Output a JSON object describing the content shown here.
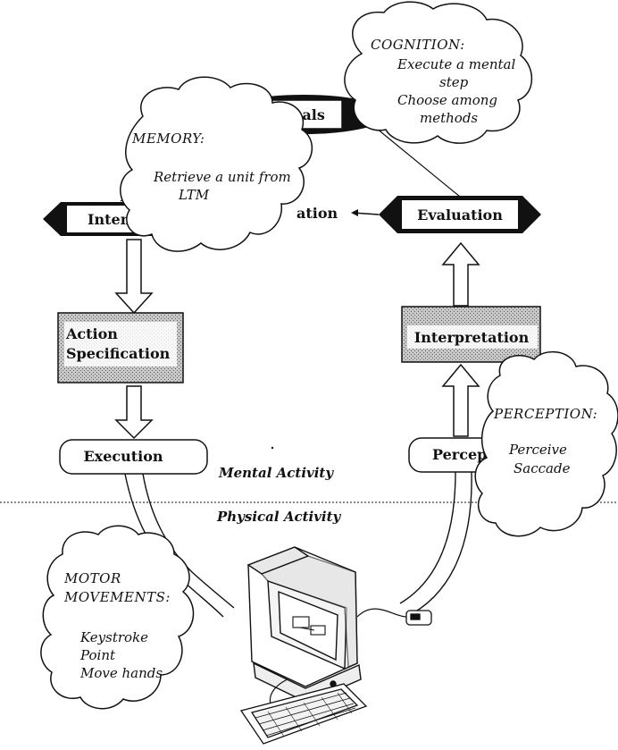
{
  "stages": {
    "goals": "Goals",
    "intention": "Intention",
    "evaluation": "Evaluation",
    "action_specification": [
      "Action",
      "Specification"
    ],
    "interpretation": "Interpretation",
    "execution": "Execution",
    "perception": "Perception"
  },
  "visible_fragments": {
    "intention": "Inten",
    "evaluation_left": "ation",
    "perception": "Percep"
  },
  "clouds": {
    "cognition": {
      "title": "COGNITION",
      "lines": [
        "Execute a mental",
        "step",
        "Choose among",
        "methods"
      ]
    },
    "memory": {
      "title": "MEMORY",
      "lines": [
        "Retrieve a unit from",
        "LTM"
      ]
    },
    "perception": {
      "title": "PERCEPTION",
      "lines": [
        "Perceive",
        "Saccade"
      ]
    },
    "motor": {
      "title": [
        "MOTOR",
        "MOVEMENTS"
      ],
      "lines": [
        "Keystroke",
        "Point",
        "Move hands"
      ]
    }
  },
  "activity_labels": {
    "mental": "Mental Activity",
    "physical": "Physical Activity"
  },
  "icons": [
    "computer-icon",
    "keyboard-icon",
    "mouse-icon"
  ],
  "colors": {
    "ink": "#111111",
    "paper": "#ffffff",
    "shade": "#bdbdbd"
  }
}
